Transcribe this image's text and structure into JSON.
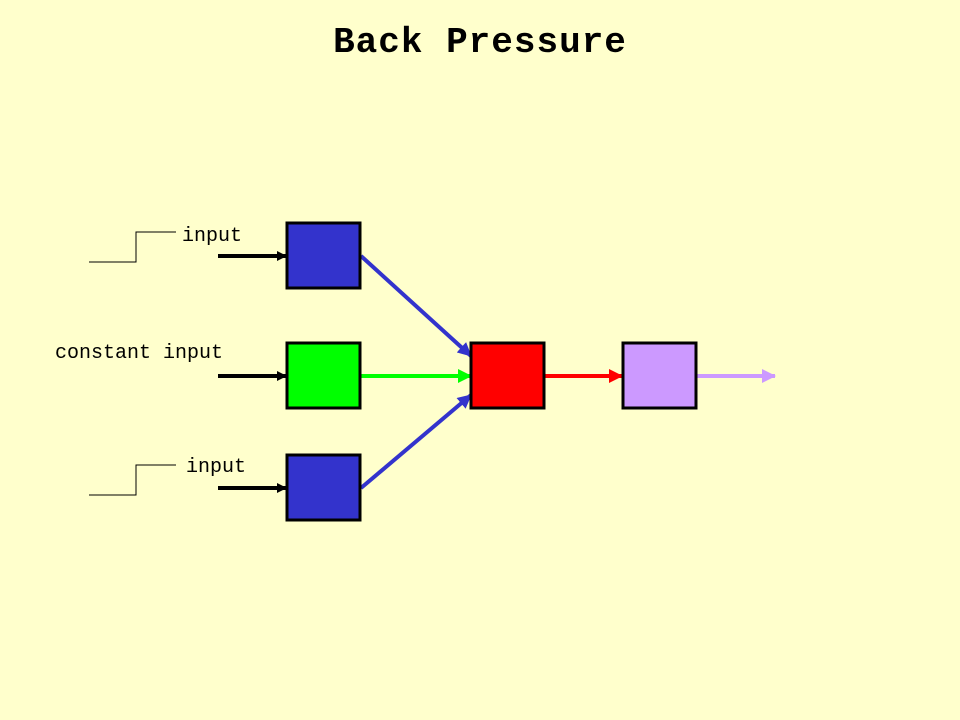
{
  "slide": {
    "title": "Back Pressure"
  },
  "labels": {
    "top_input": "input",
    "middle_input": "constant input",
    "bottom_input": "input"
  },
  "colors": {
    "background": "#FFFFCC",
    "blue_node": "#3333CC",
    "green_node": "#00FF00",
    "red_node": "#FF0000",
    "purple_node": "#CC99FF",
    "edge_blue": "#3333CC",
    "edge_green": "#00FF00",
    "edge_red": "#FF0000",
    "edge_purple": "#CC99FF"
  }
}
